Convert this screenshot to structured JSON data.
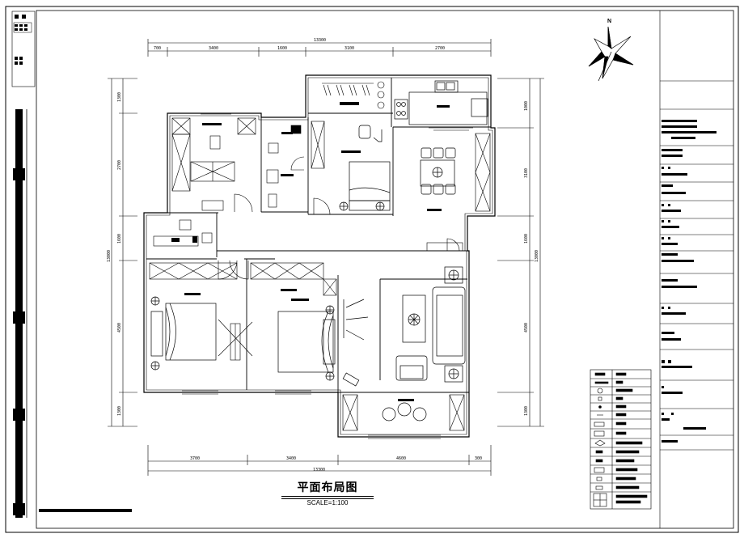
{
  "drawing": {
    "title": "平面布局图",
    "scale": "SCALE=1:100",
    "north_label": "N"
  },
  "dimensions": {
    "top_total": "13300",
    "top_segments": [
      "700",
      "3400",
      "1600",
      "3100",
      "2700"
    ],
    "bottom_total": "13300",
    "bottom_segments": [
      "3700",
      "3400",
      "4600",
      "300"
    ],
    "left_total": "13000",
    "left_segments": [
      "1300",
      "2700",
      "1600",
      "4500",
      "1300"
    ],
    "right_total": "13000",
    "right_segments": [
      "1000",
      "3100",
      "1600",
      "4500",
      "1300"
    ]
  },
  "colors": {
    "line": "#000000",
    "background": "#ffffff"
  }
}
